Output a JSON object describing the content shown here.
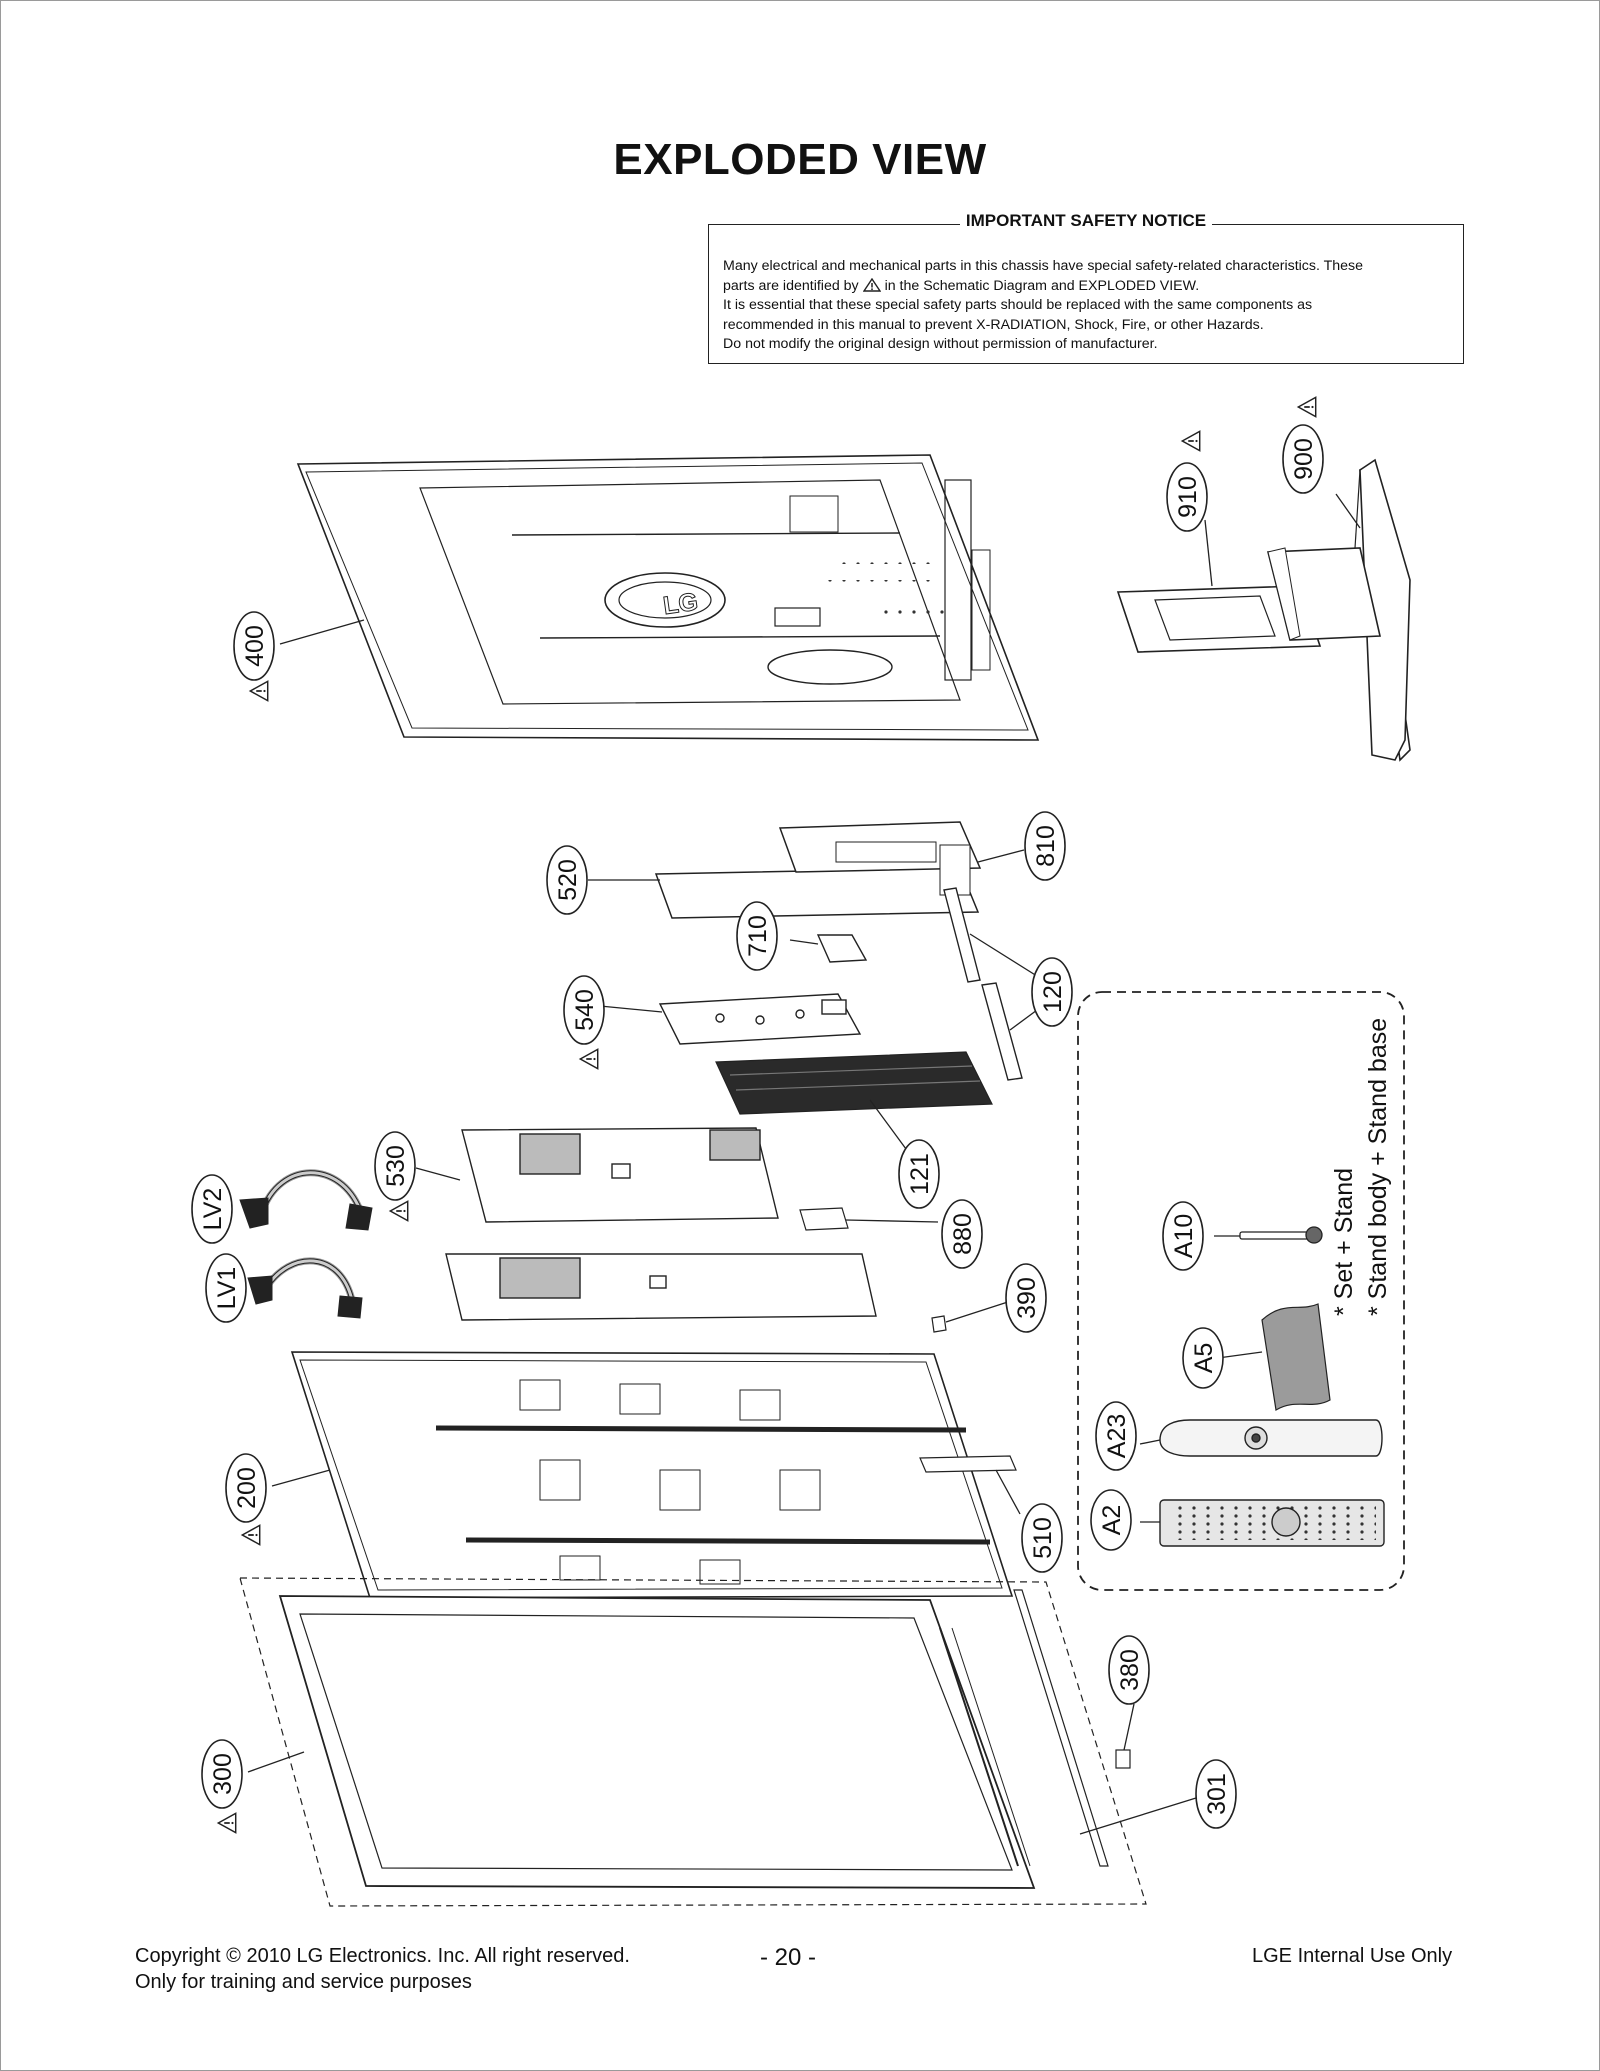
{
  "page": {
    "title": "EXPLODED VIEW",
    "page_number": "- 20 -"
  },
  "notice": {
    "title": "IMPORTANT SAFETY NOTICE",
    "line1": "Many electrical and mechanical parts in this chassis have special safety-related characteristics. These",
    "line2a": "parts are identified by",
    "line2b": "in the Schematic Diagram and EXPLODED VIEW.",
    "line3": "It is essential that these special safety parts should be replaced with the same components as",
    "line4": "recommended in this manual to prevent X-RADIATION, Shock, Fire, or other Hazards.",
    "line5": "Do not modify the original design without permission of manufacturer."
  },
  "parts": {
    "p400": "400",
    "p910": "910",
    "p900": "900",
    "p520": "520",
    "p810": "810",
    "p710": "710",
    "p540": "540",
    "p120": "120",
    "p121": "121",
    "p530": "530",
    "pLV2": "LV2",
    "pLV1": "LV1",
    "p880": "880",
    "p390": "390",
    "p200": "200",
    "p510": "510",
    "p300": "300",
    "p380": "380",
    "p301": "301",
    "pA10": "A10",
    "pA5": "A5",
    "pA23": "A23",
    "pA2": "A2"
  },
  "accessories": {
    "note1": "* Set + Stand",
    "note2": "* Stand body + Stand base"
  },
  "footer": {
    "copyright": "Copyright  © 2010 LG Electronics. Inc. All right reserved.",
    "training": "Only for training and service purposes",
    "internal": "LGE Internal Use Only"
  },
  "logo_text": "LG"
}
